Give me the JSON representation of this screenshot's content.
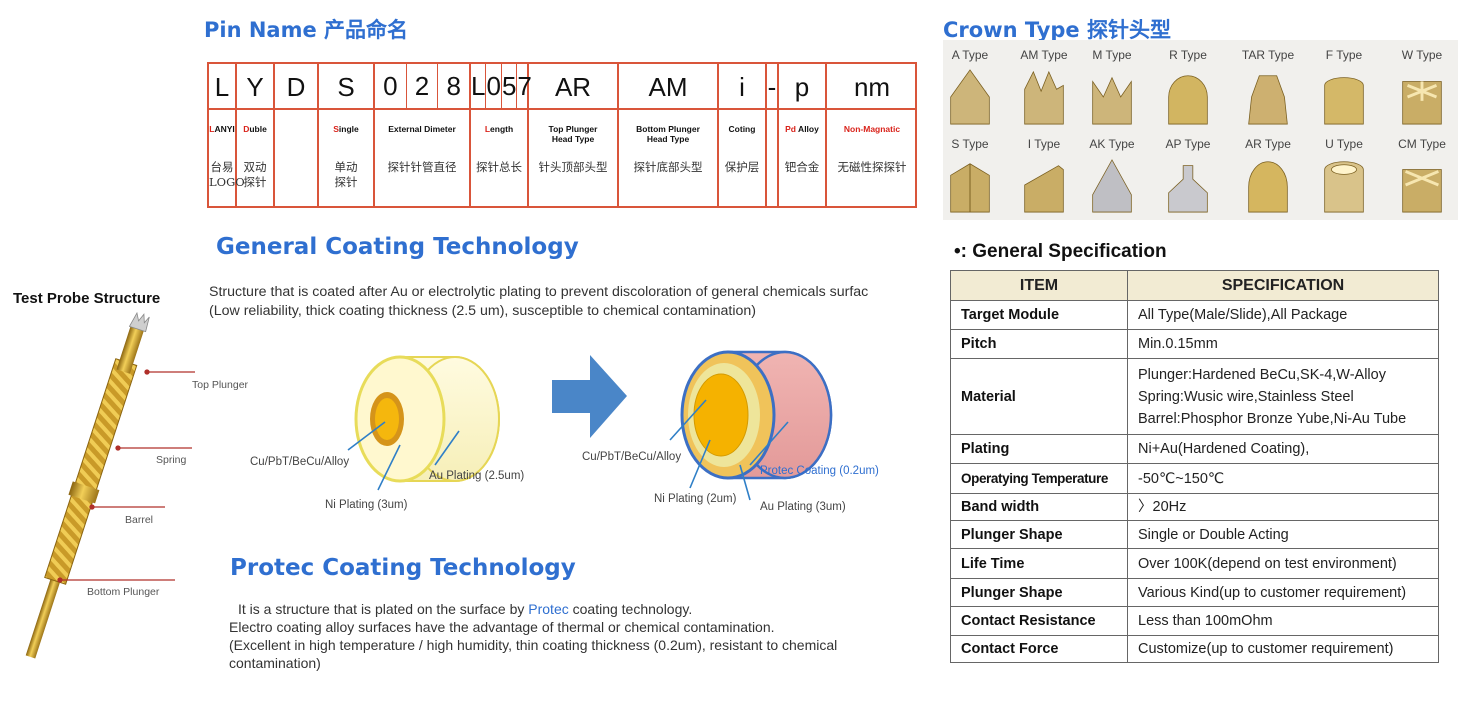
{
  "pin_name": {
    "title": "Pin Name 产品命名",
    "columns": [
      {
        "chars": [
          "L"
        ],
        "en_red": "L",
        "en_rest": "ANYI",
        "zh": "台易LOGO"
      },
      {
        "chars": [
          "Y"
        ],
        "en_red": "D",
        "en_rest": "uble",
        "zh": "双动\n探针"
      },
      {
        "chars": [
          "D"
        ],
        "en_red": "",
        "en_rest": "",
        "zh": ""
      },
      {
        "chars": [
          "S"
        ],
        "en_red": "S",
        "en_rest": "ingle",
        "zh": "单动\n探针"
      },
      {
        "chars": [
          "0",
          "2",
          "8"
        ],
        "en_red": "",
        "en_rest": "External Dimeter",
        "zh": "探针针管直径"
      },
      {
        "chars": [
          "L",
          "0",
          "5",
          "7"
        ],
        "en_red": "L",
        "en_rest": "ength",
        "zh": "探针总长"
      },
      {
        "chars": [
          "AR"
        ],
        "en_red": "",
        "en_rest": "Top Plunger\nHead Type",
        "zh": "针头顶部头型"
      },
      {
        "chars": [
          "AM"
        ],
        "en_red": "",
        "en_rest": "Bottom Plunger\nHead Type",
        "zh": "探针底部头型"
      },
      {
        "chars": [
          "i"
        ],
        "en_red": "",
        "en_rest": "Coting",
        "zh": "保护层"
      },
      {
        "chars": [
          "-"
        ],
        "en_red": "",
        "en_rest": "",
        "zh": ""
      },
      {
        "chars": [
          "p"
        ],
        "en_red": "Pd",
        "en_rest": " Alloy",
        "zh": "钯合金"
      },
      {
        "chars": [
          "nm"
        ],
        "en_red": "Non-Magnatic",
        "en_rest": "",
        "zh": "无磁性探探针"
      }
    ]
  },
  "crown": {
    "title": "Crown Type 探针头型",
    "row1": [
      "A Type",
      "AM Type",
      "M Type",
      "R Type",
      "TAR Type",
      "F Type",
      "W Type"
    ],
    "row2": [
      "S Type",
      "I Type",
      "AK Type",
      "AP Type",
      "AR Type",
      "U Type",
      "CM Type"
    ]
  },
  "spec": {
    "title": "General Specification",
    "bullet": "•:",
    "header_item": "ITEM",
    "header_spec": "SPECIFICATION",
    "rows": [
      {
        "item": "Target Module",
        "value": "All Type(Male/Slide),All Package"
      },
      {
        "item": "Pitch",
        "value": "Min.0.15mm"
      },
      {
        "item": "Material",
        "value": "Plunger:Hardened BeCu,SK-4,W-Alloy\nSpring:Wusic wire,Stainless Steel\nBarrel:Phosphor Bronze Yube,Ni-Au Tube"
      },
      {
        "item": "Plating",
        "value": "Ni+Au(Hardened Coating),"
      },
      {
        "item": "Operatying Temperature",
        "value": "-50℃~150℃"
      },
      {
        "item": "Band width",
        "value": "〉20Hz"
      },
      {
        "item": "Plunger Shape",
        "value": "Single or Double Acting"
      },
      {
        "item": "Life Time",
        "value": "Over 100K(depend on test environment)"
      },
      {
        "item": "Plunger Shape",
        "value": "Various Kind(up to customer requirement)"
      },
      {
        "item": "Contact Resistance",
        "value": "Less than 100mOhm"
      },
      {
        "item": "Contact Force",
        "value": "Customize(up to customer requirement)"
      }
    ]
  },
  "general_coating": {
    "title": "General Coating Technology",
    "line1": "Structure that is coated after Au or electrolytic plating to prevent discoloration of general chemicals surfac",
    "line2": "(Low reliability, thick coating thickness (2.5 um), susceptible to chemical contamination)",
    "left_labels": {
      "core": "Cu/PbT/BeCu/Alloy",
      "au": "Au Plating (2.5um)",
      "ni": "Ni Plating (3um)"
    },
    "right_labels": {
      "core": "Cu/PbT/BeCu/Alloy",
      "protec": "Protec Coating (0.2um)",
      "ni": "Ni Plating (2um)",
      "au": "Au Plating (3um)"
    }
  },
  "protec_coating": {
    "title": "Protec Coating Technology",
    "line1_a": "It is a structure that is plated on the surface by ",
    "line1_b": "Protec",
    "line1_c": " coating technology.",
    "line2": "Electro coating alloy surfaces have the advantage of thermal or chemical contamination.",
    "line3": "(Excellent in high temperature / high humidity, thin coating thickness (0.2um), resistant to chemical",
    "line4": "contamination)"
  },
  "probe": {
    "title": "Test Probe Structure",
    "labels": [
      "Top Plunger",
      "Spring",
      "Barrel",
      "Bottom Plunger"
    ]
  },
  "colors": {
    "accent_blue": "#2f6fd0",
    "table_red": "#d9553a",
    "gold": "#d8ad3c",
    "spec_header": "#f2ebd3"
  }
}
